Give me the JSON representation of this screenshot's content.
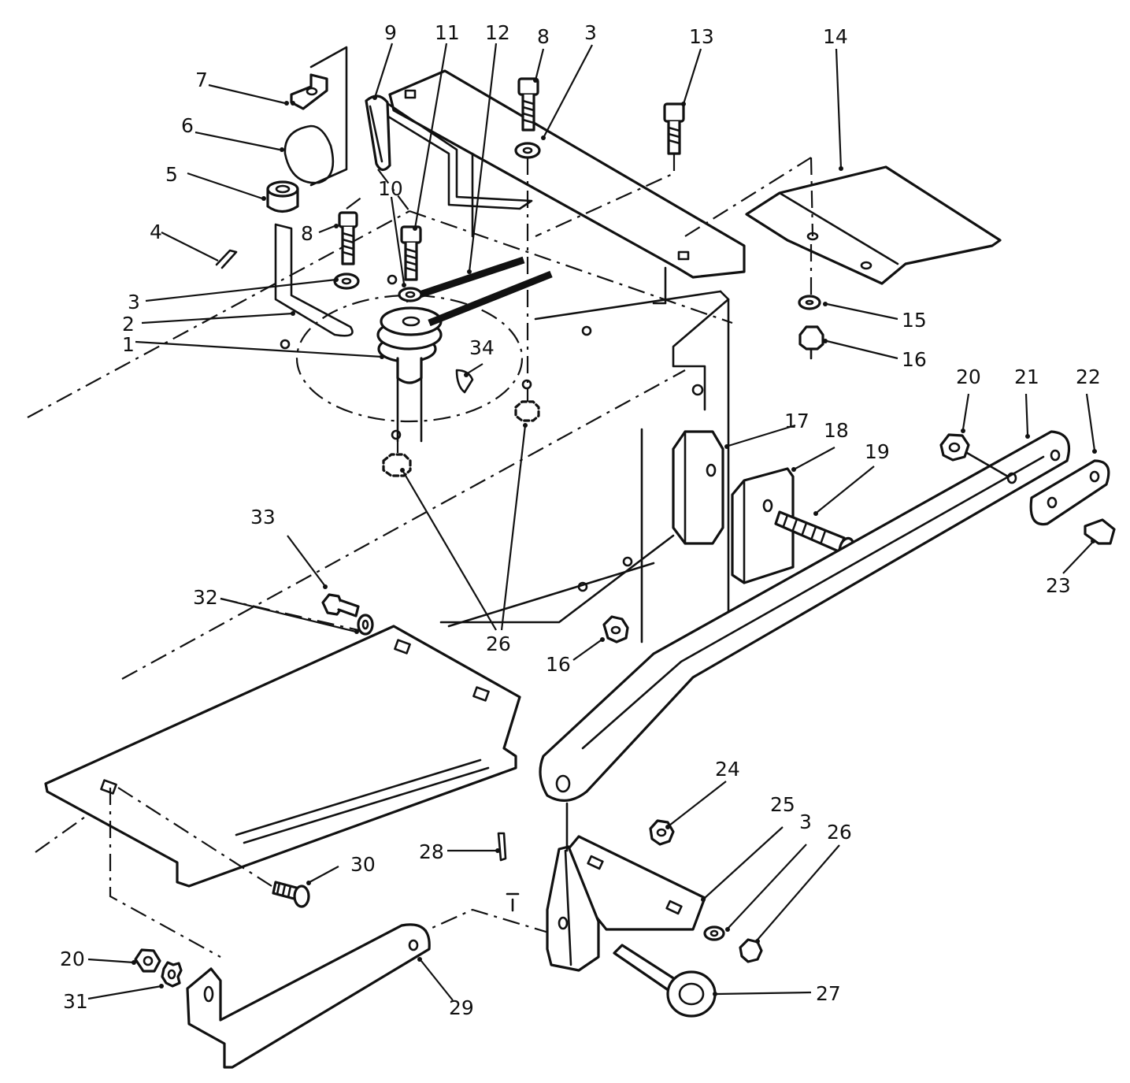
{
  "callouts": [
    {
      "id": "c1",
      "text": "1"
    },
    {
      "id": "c2",
      "text": "2"
    },
    {
      "id": "c3a",
      "text": "3"
    },
    {
      "id": "c3b",
      "text": "3"
    },
    {
      "id": "c3c",
      "text": "3"
    },
    {
      "id": "c4",
      "text": "4"
    },
    {
      "id": "c5",
      "text": "5"
    },
    {
      "id": "c6",
      "text": "6"
    },
    {
      "id": "c7",
      "text": "7"
    },
    {
      "id": "c8a",
      "text": "8"
    },
    {
      "id": "c8b",
      "text": "8"
    },
    {
      "id": "c9",
      "text": "9"
    },
    {
      "id": "c10",
      "text": "10"
    },
    {
      "id": "c11",
      "text": "11"
    },
    {
      "id": "c12",
      "text": "12"
    },
    {
      "id": "c13",
      "text": "13"
    },
    {
      "id": "c14",
      "text": "14"
    },
    {
      "id": "c15",
      "text": "15"
    },
    {
      "id": "c16a",
      "text": "16"
    },
    {
      "id": "c16b",
      "text": "16"
    },
    {
      "id": "c17",
      "text": "17"
    },
    {
      "id": "c18",
      "text": "18"
    },
    {
      "id": "c19",
      "text": "19"
    },
    {
      "id": "c20a",
      "text": "20"
    },
    {
      "id": "c20b",
      "text": "20"
    },
    {
      "id": "c21",
      "text": "21"
    },
    {
      "id": "c22",
      "text": "22"
    },
    {
      "id": "c23",
      "text": "23"
    },
    {
      "id": "c24",
      "text": "24"
    },
    {
      "id": "c25",
      "text": "25"
    },
    {
      "id": "c26a",
      "text": "26"
    },
    {
      "id": "c26b",
      "text": "26"
    },
    {
      "id": "c27",
      "text": "27"
    },
    {
      "id": "c28",
      "text": "28"
    },
    {
      "id": "c29",
      "text": "29"
    },
    {
      "id": "c30",
      "text": "30"
    },
    {
      "id": "c31",
      "text": "31"
    },
    {
      "id": "c32",
      "text": "32"
    },
    {
      "id": "c33",
      "text": "33"
    },
    {
      "id": "c34",
      "text": "34"
    }
  ]
}
